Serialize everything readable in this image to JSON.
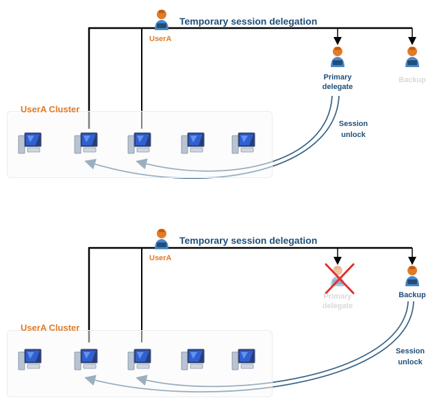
{
  "panels": [
    {
      "title": "Temporary session delegation",
      "user_label": "UserA",
      "cluster_label": "UserA Cluster",
      "primary_label_1": "Primary",
      "primary_label_2": "delegate",
      "backup_label": "Backup",
      "unlock_label_1": "Session",
      "unlock_label_2": "unlock",
      "primary_active": true,
      "backup_active": false
    },
    {
      "title": "Temporary session delegation",
      "user_label": "UserA",
      "cluster_label": "UserA Cluster",
      "primary_label_1": "Primary",
      "primary_label_2": "delegate",
      "backup_label": "Backup",
      "unlock_label_1": "Session",
      "unlock_label_2": "unlock",
      "primary_active": false,
      "backup_active": true
    }
  ],
  "colors": {
    "title": "#1f4e79",
    "user": "#e07b28",
    "line": "#000000",
    "arc": "#3b6587",
    "faded": "#d9d9d9",
    "cross": "#e03030"
  },
  "icons": {
    "workstation": "computer-monitor-icon",
    "person": "person-icon"
  }
}
